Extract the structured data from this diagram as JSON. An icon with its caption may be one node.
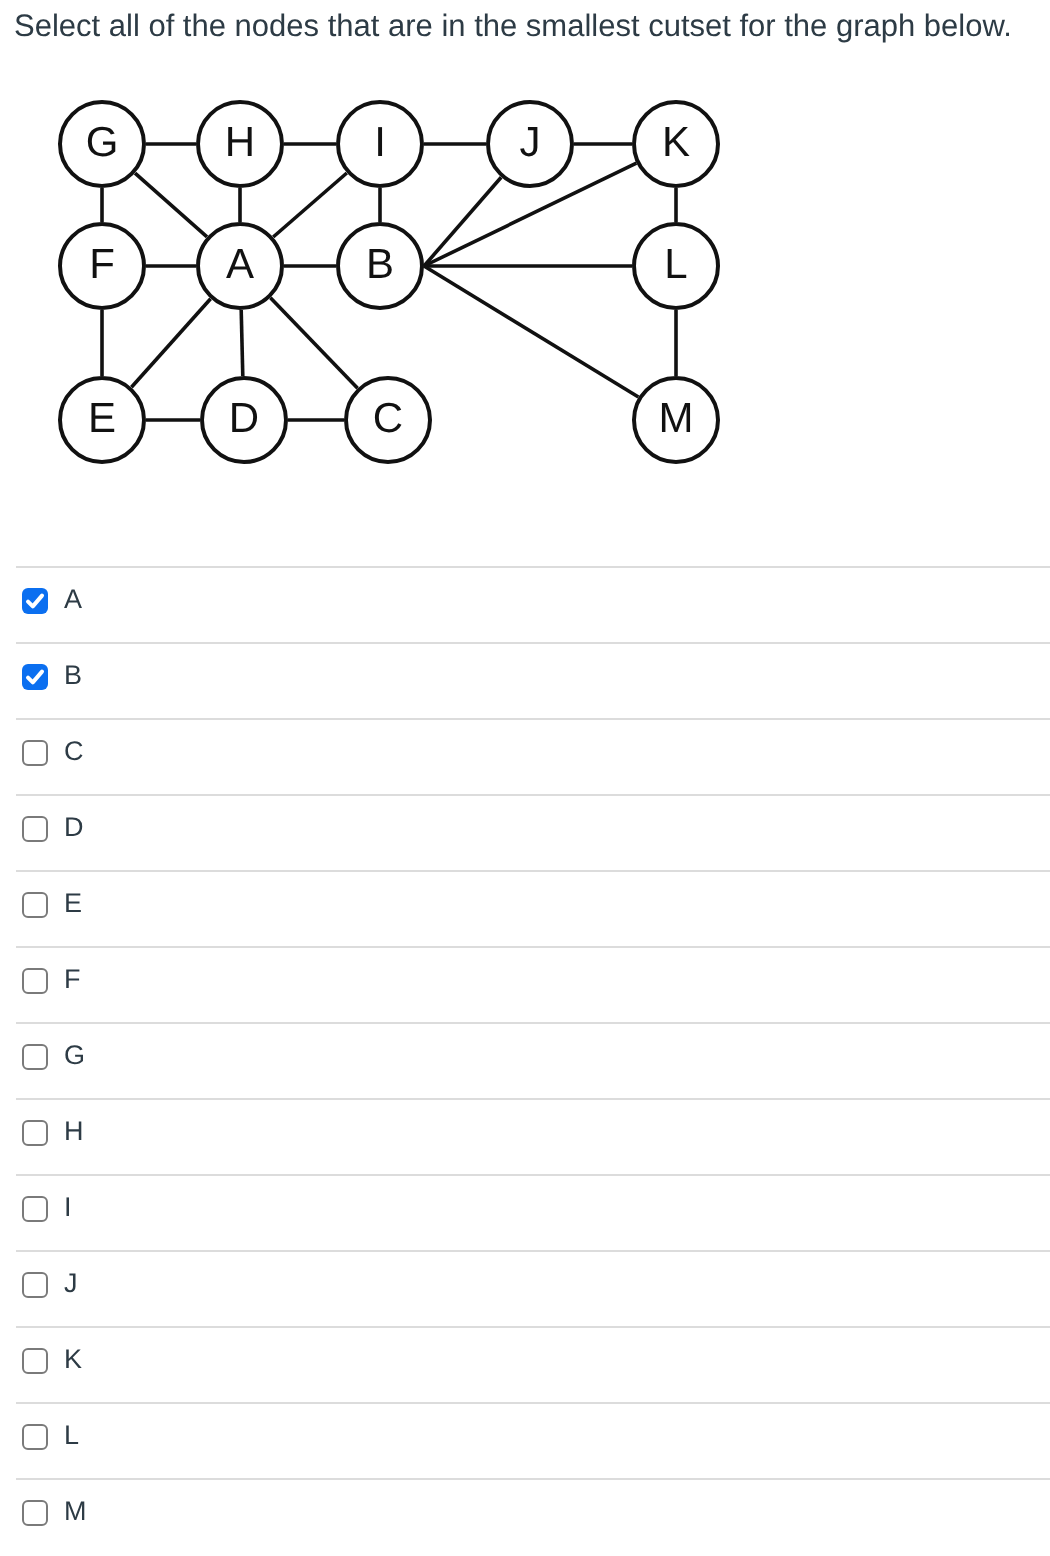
{
  "diagram": {
    "title": "Select all of the nodes that are in the smallest cutset for the graph below.",
    "nodes": [
      {
        "text": [
          "G"
        ]
      },
      {
        "text": [
          "H"
        ]
      },
      {
        "text": [
          "I"
        ]
      },
      {
        "text": [
          "J"
        ]
      },
      {
        "text": [
          "K"
        ]
      },
      {
        "text": [
          "F"
        ]
      },
      {
        "text": [
          "A"
        ]
      },
      {
        "text": [
          "B"
        ]
      },
      {
        "text": [
          "L"
        ]
      },
      {
        "text": [
          "E"
        ]
      },
      {
        "text": [
          "D"
        ]
      },
      {
        "text": [
          "C"
        ]
      },
      {
        "text": [
          "M"
        ]
      }
    ],
    "edges": [
      {
        "from": 0,
        "to": 1,
        "arrow": "none"
      },
      {
        "from": 1,
        "to": 2,
        "arrow": "none"
      },
      {
        "from": 2,
        "to": 3,
        "arrow": "none"
      },
      {
        "from": 3,
        "to": 4,
        "arrow": "none"
      },
      {
        "from": 0,
        "to": 5,
        "arrow": "none"
      },
      {
        "from": 0,
        "to": 6,
        "arrow": "none"
      },
      {
        "from": 1,
        "to": 6,
        "arrow": "none"
      },
      {
        "from": 2,
        "to": 6,
        "arrow": "none"
      },
      {
        "from": 2,
        "to": 7,
        "arrow": "none"
      },
      {
        "from": 3,
        "to": 7,
        "arrow": "none"
      },
      {
        "from": 4,
        "to": 7,
        "arrow": "none"
      },
      {
        "from": 4,
        "to": 8,
        "arrow": "none"
      },
      {
        "from": 5,
        "to": 6,
        "arrow": "none"
      },
      {
        "from": 6,
        "to": 7,
        "arrow": "none"
      },
      {
        "from": 7,
        "to": 8,
        "arrow": "none"
      },
      {
        "from": 5,
        "to": 9,
        "arrow": "none"
      },
      {
        "from": 6,
        "to": 9,
        "arrow": "none"
      },
      {
        "from": 6,
        "to": 10,
        "arrow": "none"
      },
      {
        "from": 6,
        "to": 11,
        "arrow": "none"
      },
      {
        "from": 7,
        "to": 12,
        "arrow": "none"
      },
      {
        "from": 8,
        "to": 12,
        "arrow": "none"
      },
      {
        "from": 9,
        "to": 10,
        "arrow": "none"
      },
      {
        "from": 10,
        "to": 11,
        "arrow": "none"
      }
    ],
    "labels": [
      "A",
      "B",
      "C",
      "D",
      "E",
      "F",
      "G",
      "H",
      "I",
      "J",
      "K",
      "L",
      "M"
    ]
  }
}
